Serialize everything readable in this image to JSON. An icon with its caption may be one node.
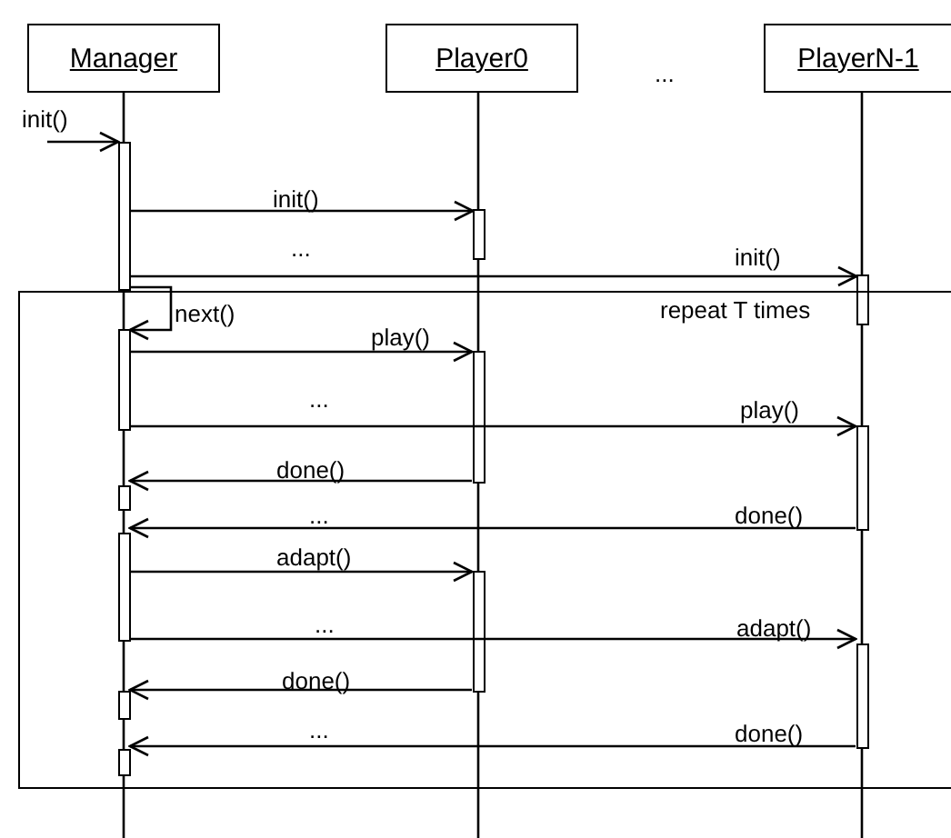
{
  "diagram": {
    "nodes": [
      {
        "text": [
          "Manager"
        ]
      },
      {
        "text": [
          "Player0"
        ]
      },
      {
        "text": [
          "PlayerN-1"
        ]
      },
      {
        "text": [],
        "shape": "bar"
      },
      {
        "text": [],
        "shape": "bar"
      },
      {
        "text": [],
        "shape": "bar"
      },
      {
        "text": [
          "repeat T times"
        ]
      },
      {
        "text": [],
        "shape": "bar",
        "in": 6
      },
      {
        "text": [],
        "shape": "bar",
        "in": 6
      },
      {
        "text": [],
        "shape": "bar",
        "in": 6
      },
      {
        "text": [],
        "shape": "bar",
        "in": 6
      },
      {
        "text": [],
        "shape": "bar",
        "in": 6
      },
      {
        "text": [],
        "shape": "bar",
        "in": 6
      },
      {
        "text": [],
        "shape": "bar",
        "in": 6
      },
      {
        "text": [],
        "shape": "bar",
        "in": 6
      },
      {
        "text": [],
        "shape": "bar",
        "in": 6
      }
    ],
    "edges": [
      {
        "from": null,
        "to": 3,
        "arrow": "to",
        "label": "init()"
      },
      {
        "from": 3,
        "to": 4,
        "arrow": "to",
        "label": "init()"
      },
      {
        "from": 3,
        "to": 5,
        "arrow": "to",
        "label": "init()"
      },
      {
        "from": 3,
        "to": 7,
        "arrow": "to",
        "label": "next()"
      },
      {
        "from": 7,
        "to": 8,
        "arrow": "to",
        "label": "play()"
      },
      {
        "from": 7,
        "to": 9,
        "arrow": "to",
        "label": "play()"
      },
      {
        "from": 8,
        "to": 10,
        "arrow": "to",
        "label": "done()"
      },
      {
        "from": 9,
        "to": 11,
        "arrow": "to",
        "label": "done()"
      },
      {
        "from": 11,
        "to": 12,
        "arrow": "to",
        "label": "adapt()"
      },
      {
        "from": 11,
        "to": 13,
        "arrow": "to",
        "label": "adapt()"
      },
      {
        "from": 12,
        "to": 14,
        "arrow": "to",
        "label": "done()"
      },
      {
        "from": 13,
        "to": 15,
        "arrow": "to",
        "label": "done()"
      }
    ],
    "labels": [
      "...",
      "...",
      "...",
      "...",
      "...",
      "..."
    ]
  }
}
